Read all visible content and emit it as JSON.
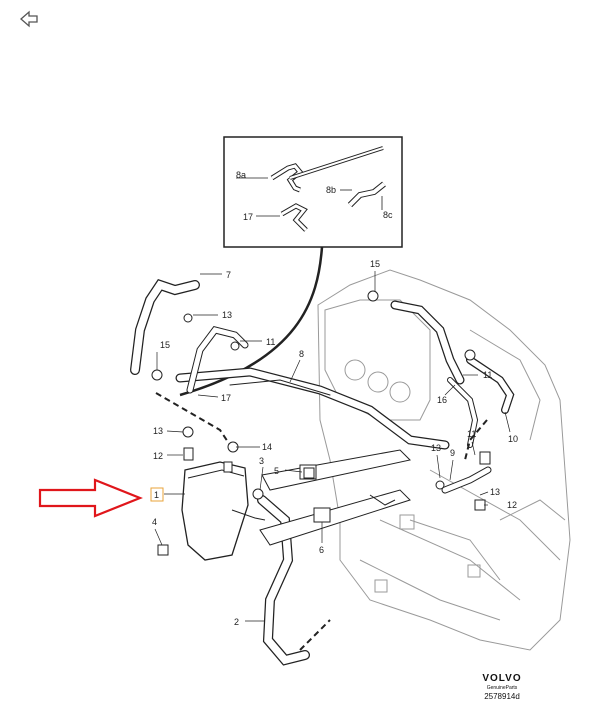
{
  "labels": {
    "l8a": "8a",
    "l17a": "17",
    "l8b": "8b",
    "l8c": "8c",
    "l7": "7",
    "l15a": "15",
    "l13a": "13",
    "l11a": "11",
    "l15b": "15",
    "l17b": "17",
    "l8": "8",
    "l13b": "13",
    "l12a": "12",
    "l14": "14",
    "l3": "3",
    "l5": "5",
    "l1": "1",
    "l4": "4",
    "l6": "6",
    "l2": "2",
    "l11b": "11",
    "l16": "16",
    "l11c": "11",
    "l10": "10",
    "l13c": "13",
    "l9": "9",
    "l13d": "13",
    "l12b": "12"
  },
  "brand": {
    "name": "VOLVO",
    "tagline": "GenuineParts",
    "code": "2578914d"
  },
  "colors": {
    "arrow": "#e0161b",
    "line": "#222222",
    "engine": "#9a9a9a"
  },
  "icons": {
    "back": "back-arrow-icon"
  }
}
